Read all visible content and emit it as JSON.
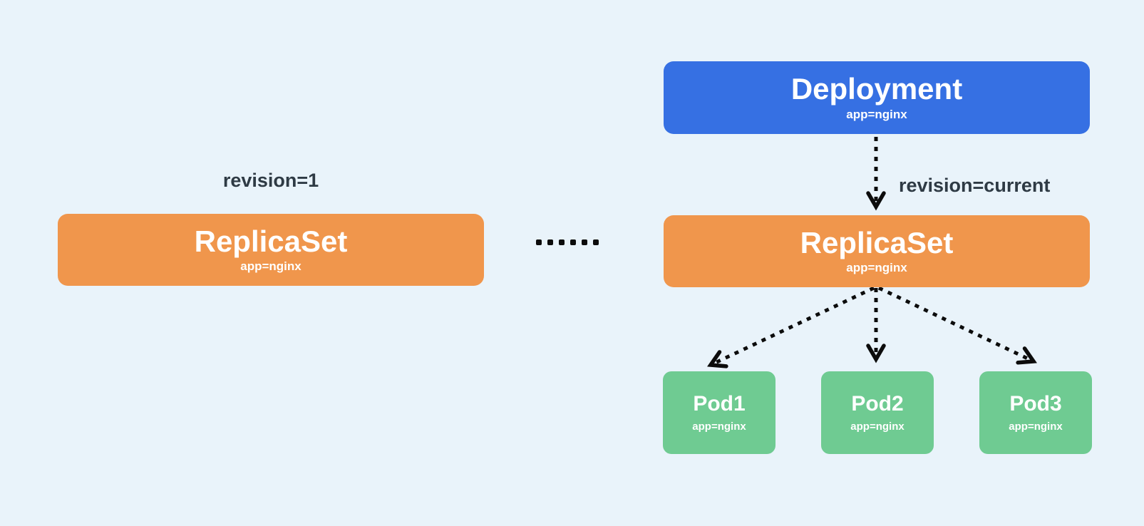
{
  "diagram": {
    "background_color": "#E9F3FA",
    "colors": {
      "deployment_box": "#3670E3",
      "replicaset_box": "#F0964C",
      "pod_box": "#6FCB92",
      "arrow": "#0C0C0C",
      "annotation_text": "#2E3A44",
      "box_text": "#FFFFFF"
    },
    "deployment": {
      "title": "Deployment",
      "selector": "app=nginx"
    },
    "replicaset_old": {
      "title": "ReplicaSet",
      "selector": "app=nginx",
      "annotation": "revision=1"
    },
    "replicaset_current": {
      "title": "ReplicaSet",
      "selector": "app=nginx",
      "annotation": "revision=current"
    },
    "pods": [
      {
        "title": "Pod1",
        "selector": "app=nginx"
      },
      {
        "title": "Pod2",
        "selector": "app=nginx"
      },
      {
        "title": "Pod3",
        "selector": "app=nginx"
      }
    ],
    "ellipsis": "······",
    "edges": [
      {
        "from": "deployment",
        "to": "replicaset-current",
        "style": "dotted-arrow"
      },
      {
        "from": "replicaset-current",
        "to": "pod1",
        "style": "dotted-arrow"
      },
      {
        "from": "replicaset-current",
        "to": "pod2",
        "style": "dotted-arrow"
      },
      {
        "from": "replicaset-current",
        "to": "pod3",
        "style": "dotted-arrow"
      }
    ]
  }
}
